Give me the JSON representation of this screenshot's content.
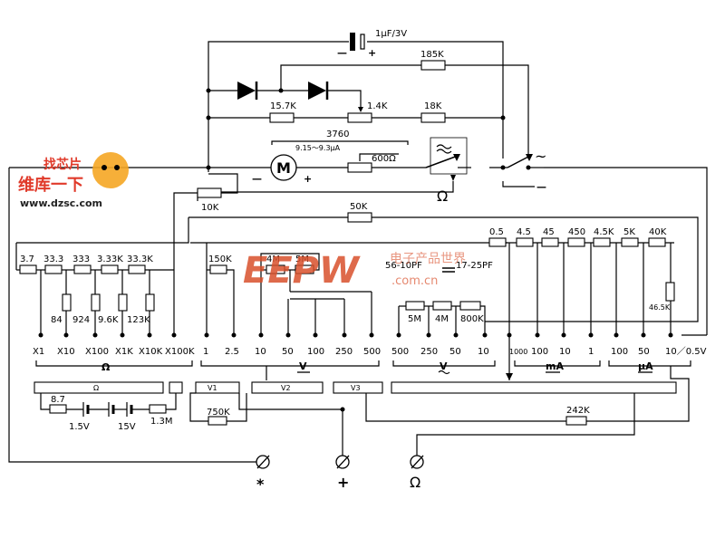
{
  "watermark_left": {
    "line1": "找芯片",
    "line2": "维库一下",
    "url": "www.dzsc.com"
  },
  "watermark_center": {
    "logo": "EEPW",
    "cn": "电子产品世界",
    "url": ".com.cn"
  },
  "top": {
    "capacitor": "1μF/3V",
    "cap_minus": "—",
    "cap_plus": "+",
    "r185k": "185K",
    "r157k": "15.7K",
    "r14k": "1.4K",
    "r18k": "18K",
    "r3760": "3760",
    "meter_range": "9.15～9.3μA",
    "r600": "600Ω",
    "meter_symbol": "M",
    "meter_minus": "—",
    "meter_plus": "+",
    "ohm_switch": "Ω",
    "ac_switch_sym": "~",
    "dc_switch_sym": "—",
    "r10k": "10K",
    "r50k": "50K"
  },
  "ohm_section": {
    "resistors_top": [
      "3.7",
      "33.3",
      "333",
      "3.33K",
      "33.3K"
    ],
    "resistors_vert": [
      "84",
      "924",
      "9.6K",
      "123K"
    ],
    "ranges": [
      "X1",
      "X10",
      "X100",
      "X1K",
      "X10K",
      "X100K"
    ],
    "group_label": "Ω"
  },
  "dcv_section": {
    "r150k": "150K",
    "r4m": "4M",
    "r5m": "5M",
    "ranges": [
      "1",
      "2.5",
      "10",
      "50",
      "100",
      "250",
      "500"
    ],
    "group_label": "V"
  },
  "acv_section": {
    "caps": "56-10PF",
    "cap2": "17-25PF",
    "r5m": "5M",
    "r4m": "4M",
    "r800k": "800K",
    "ranges": [
      "500",
      "250",
      "50",
      "10"
    ],
    "group_label": "V"
  },
  "current_section": {
    "resistors_top": [
      "0.5",
      "4.5",
      "45",
      "450",
      "4.5K",
      "5K",
      "40K"
    ],
    "r465k": "46.5K",
    "ma_ranges": [
      "1000",
      "100",
      "10",
      "1"
    ],
    "ma_label": "mA",
    "ua_ranges": [
      "100",
      "50",
      "10／0.5V"
    ],
    "ua_label": "μA"
  },
  "switch_panels": {
    "ohm": "Ω",
    "v1": "V1",
    "v2": "V2",
    "v3": "V3"
  },
  "bottom": {
    "r87": "8.7",
    "bat1": "1.5V",
    "bat2": "15V",
    "r13m": "1.3M",
    "r750k": "750K",
    "r242k": "242K",
    "term_common": "*",
    "term_plus": "+",
    "term_ohm": "Ω"
  }
}
